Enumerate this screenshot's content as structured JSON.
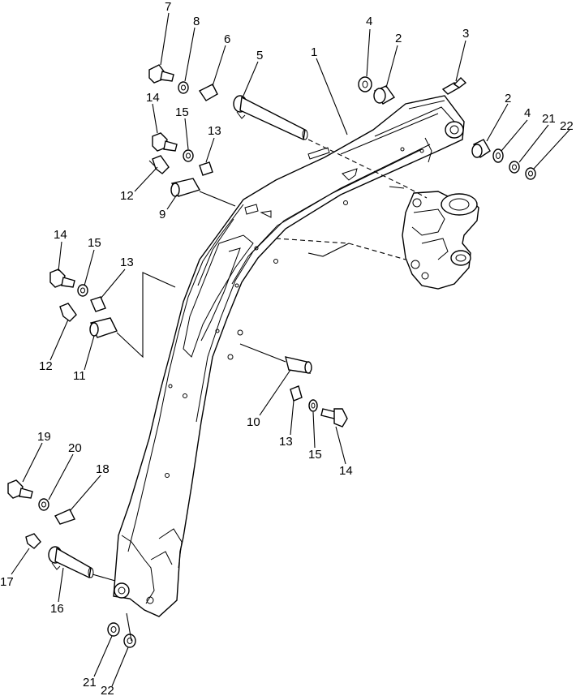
{
  "labels": {
    "l1": "1",
    "l2a": "2",
    "l2b": "2",
    "l3": "3",
    "l4a": "4",
    "l4b": "4",
    "l5": "5",
    "l6": "6",
    "l7": "7",
    "l8": "8",
    "l9": "9",
    "l10": "10",
    "l11": "11",
    "l12a": "12",
    "l12b": "12",
    "l13a": "13",
    "l13b": "13",
    "l13c": "13",
    "l14a": "14",
    "l14b": "14",
    "l14c": "14",
    "l15a": "15",
    "l15b": "15",
    "l15c": "15",
    "l16": "16",
    "l17": "17",
    "l18": "18",
    "l19": "19",
    "l20": "20",
    "l21a": "21",
    "l21b": "21",
    "l22a": "22",
    "l22b": "22"
  }
}
